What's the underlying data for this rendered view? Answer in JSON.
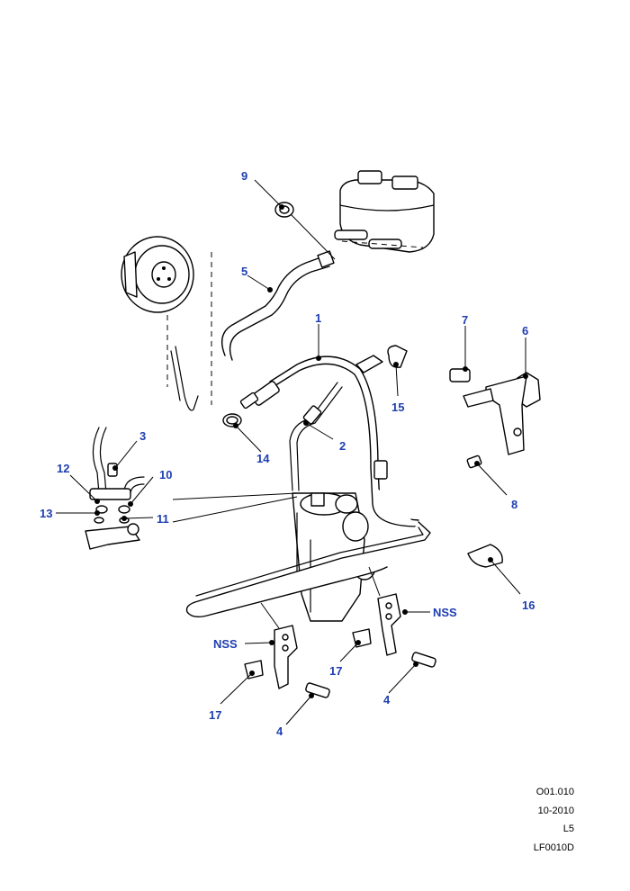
{
  "callouts": {
    "c1": "1",
    "c2": "2",
    "c3": "3",
    "c4a": "4",
    "c4b": "4",
    "c5": "5",
    "c6": "6",
    "c7": "7",
    "c8": "8",
    "c9": "9",
    "c10": "10",
    "c11": "11",
    "c12": "12",
    "c13": "13",
    "c14": "14",
    "c15": "15",
    "c16": "16",
    "c17a": "17",
    "c17b": "17",
    "nss_left": "NSS",
    "nss_right": "NSS"
  },
  "footer": {
    "line1": "O01.010",
    "line2": "10-2010",
    "line3": "L5",
    "line4": "LF0010D"
  },
  "colors": {
    "callout": "#1f3fb0",
    "linework": "#000000",
    "background": "#ffffff"
  }
}
